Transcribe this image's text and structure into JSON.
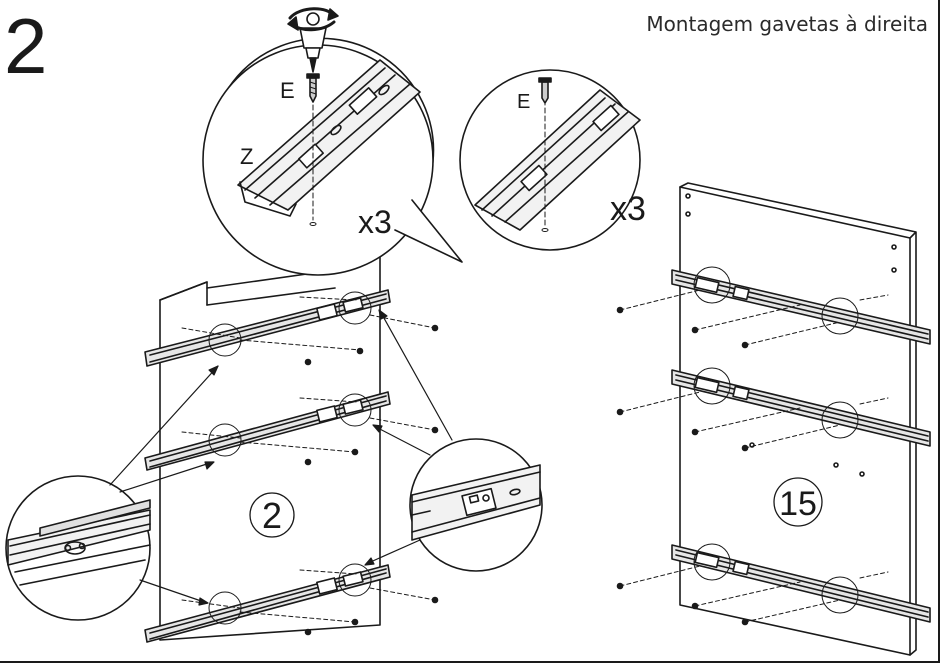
{
  "step": {
    "number": "2",
    "title": "Montagem gavetas à direita"
  },
  "detail_left": {
    "screw_label": "E",
    "rail_label": "Z",
    "quantity": "x3"
  },
  "detail_right": {
    "screw_label": "E",
    "quantity": "x3"
  },
  "panels": [
    {
      "number": "2"
    },
    {
      "number": "15"
    }
  ],
  "colors": {
    "line": "#1a1a1a",
    "panel": "#ffffff",
    "rail_fill": "#e6e6e6"
  },
  "icons": [
    "rotate-arrows-icon",
    "screwdriver-icon",
    "screw-icon"
  ]
}
